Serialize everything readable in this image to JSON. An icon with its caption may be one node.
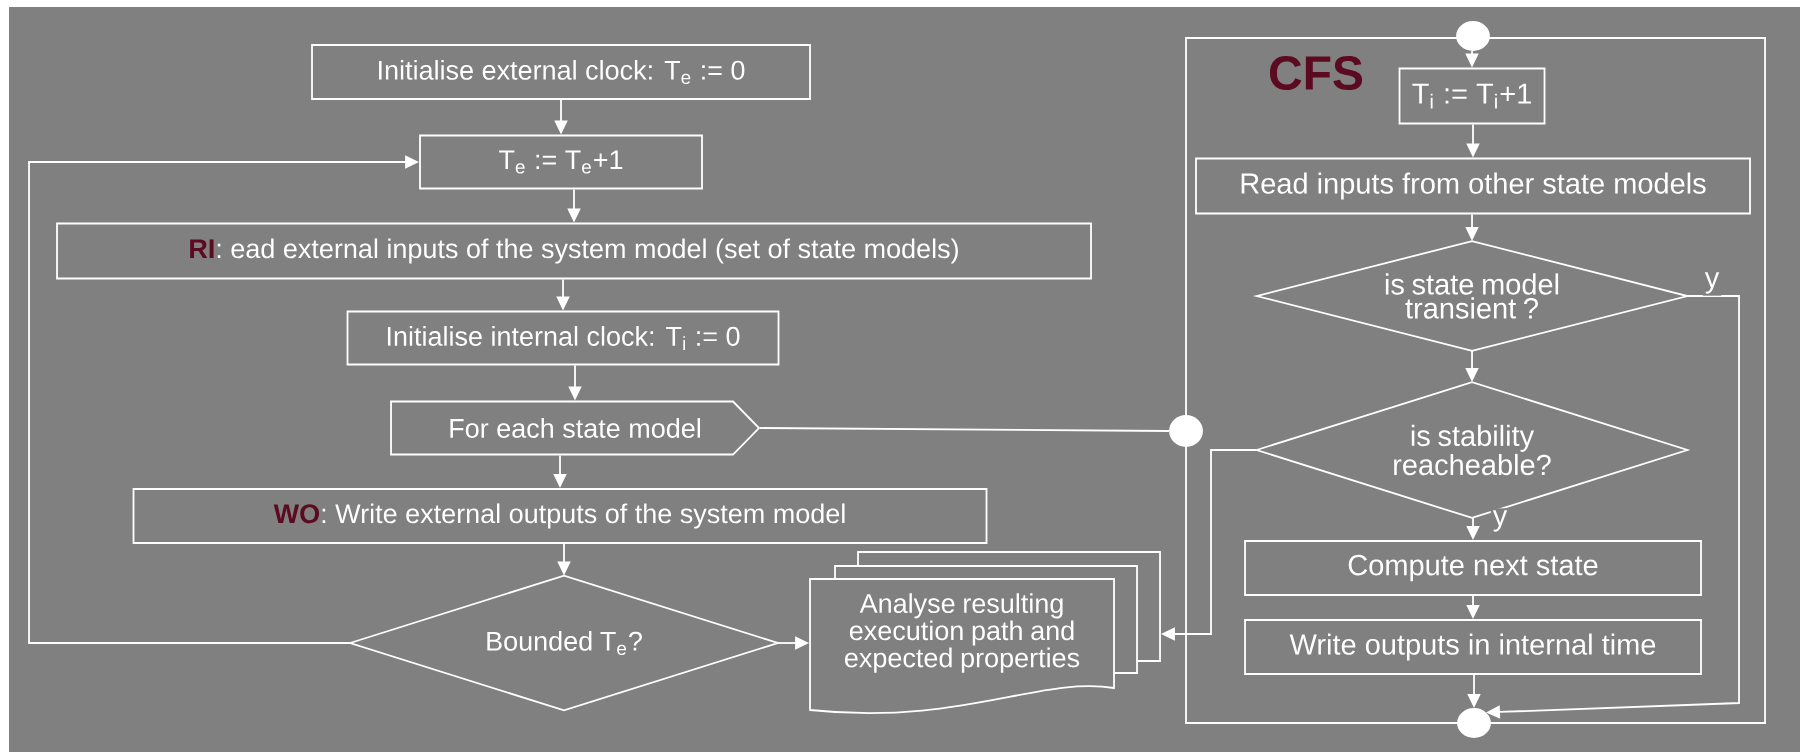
{
  "diagram": {
    "nodes": [
      {
        "text": [
          "Initialise external clock: T$_{e}$ := 0"
        ]
      },
      {
        "text": [
          "T$_{e}$ := T$_{e}$+1"
        ]
      },
      {
        "text": [
          "**RI**: ead external inputs of the system model (set of state models)"
        ]
      },
      {
        "text": [
          "Initialise internal clock: T$_{i}$ := 0"
        ]
      },
      {
        "text": [
          "For each state model"
        ]
      },
      {
        "text": [
          "**WO**: Write external outputs of the system model"
        ]
      },
      {
        "text": [
          "Bounded T$_{e}$?"
        ]
      },
      {
        "text": [
          "Analyse resulting execution path and expected properties"
        ]
      },
      {
        "text": [
          "CFS"
        ]
      },
      {
        "text": [],
        "shape": "circle"
      },
      {
        "text": [
          "T$_{i}$ := T$_{i}$+1"
        ],
        "in": 8
      },
      {
        "text": [
          "Read inputs from other state models"
        ],
        "in": 8
      },
      {
        "text": [
          "is state model transient ?"
        ],
        "in": 8
      },
      {
        "text": [],
        "shape": "circle"
      },
      {
        "text": [
          "is stability reacheable?"
        ],
        "in": 8
      },
      {
        "text": [
          "Compute next state"
        ],
        "in": 8
      },
      {
        "text": [
          "Write outputs in internal time"
        ],
        "in": 8
      },
      {
        "text": [],
        "shape": "circle"
      }
    ],
    "edges": [
      {
        "from": 0,
        "to": 1,
        "arrow": "to"
      },
      {
        "from": 1,
        "to": 2,
        "arrow": "to"
      },
      {
        "from": 2,
        "to": 3,
        "arrow": "to"
      },
      {
        "from": 3,
        "to": 4,
        "arrow": "to"
      },
      {
        "from": 4,
        "to": 5,
        "arrow": "to"
      },
      {
        "from": 5,
        "to": 6,
        "arrow": "to"
      },
      {
        "from": 6,
        "to": 1,
        "arrow": "to"
      },
      {
        "from": 6,
        "to": 7,
        "arrow": "to"
      },
      {
        "from": 4,
        "to": 13,
        "arrow": "none"
      },
      {
        "from": 9,
        "to": 10,
        "arrow": "to"
      },
      {
        "from": 10,
        "to": 11,
        "arrow": "to"
      },
      {
        "from": 11,
        "to": 12,
        "arrow": "to"
      },
      {
        "from": 12,
        "to": 14,
        "arrow": "to"
      },
      {
        "from": 12,
        "to": 17,
        "arrow": "to",
        "label": "y"
      },
      {
        "from": 14,
        "to": 15,
        "arrow": "to",
        "label": "y"
      },
      {
        "from": 14,
        "to": 7,
        "arrow": "to"
      },
      {
        "from": 15,
        "to": 16,
        "arrow": "to"
      },
      {
        "from": 16,
        "to": 17,
        "arrow": "to"
      }
    ]
  }
}
